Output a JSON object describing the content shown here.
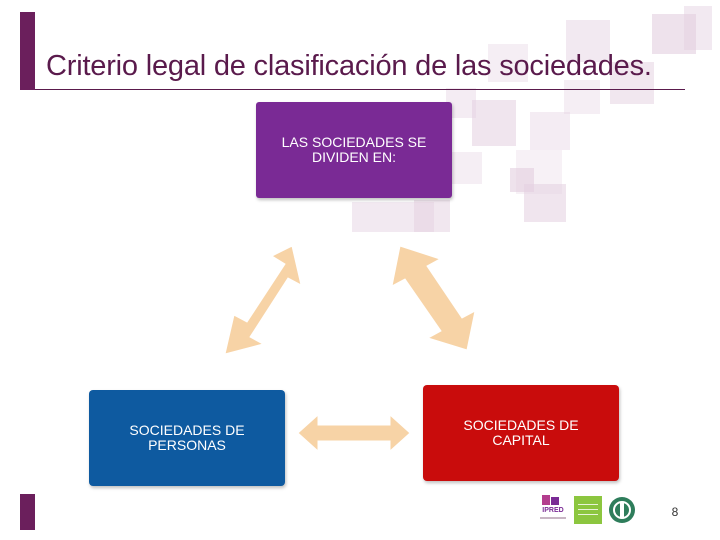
{
  "slide": {
    "title": "Criterio legal de clasificación de las sociedades.",
    "page_number": "8"
  },
  "diagram": {
    "top_box": "LAS SOCIEDADES SE DIVIDEN EN:",
    "left_box": "SOCIEDADES DE PERSONAS",
    "right_box": "SOCIEDADES DE CAPITAL"
  },
  "colors": {
    "accent": "#6b1f5c",
    "top_box": "#7a2a95",
    "left_box": "#0e5aa0",
    "right_box": "#c90c0c",
    "arrow": "#f7d3a6",
    "decor": "#e3cfe0"
  },
  "logos": {
    "ipred": "IPRED"
  }
}
